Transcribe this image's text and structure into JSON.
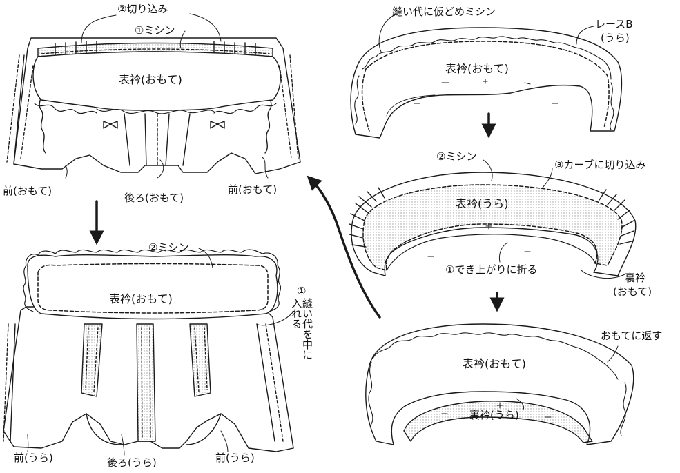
{
  "left_top": {
    "cut_note": "②切り込み",
    "stitch_note": "①ミシン",
    "collar_label": "表衿(おもて)",
    "front_left": "前(おもて)",
    "back": "後ろ(おもて)",
    "front_right": "前(おもて)"
  },
  "left_bottom": {
    "stitch_note": "②ミシン",
    "collar_label": "表衿(おもて)",
    "seam_note_num": "①",
    "seam_note": "縫い代を中に入れる",
    "front_left": "前(うら)",
    "back": "後ろ(うら)",
    "front_right": "前(うら)"
  },
  "right_1": {
    "baste_note": "縫い代に仮どめミシン",
    "lace_note": "レースB",
    "lace_sub": "(うら)",
    "collar_label": "表衿(おもて)"
  },
  "right_2": {
    "stitch_note": "②ミシン",
    "curve_note": "③カーブに切り込み",
    "collar_label": "表衿(うら)",
    "fold_note": "①でき上がりに折る",
    "under_label": "裏衿",
    "under_sub": "(おもて)"
  },
  "right_3": {
    "turn_note": "おもてに返す",
    "collar_label": "表衿(おもて)",
    "under_label": "裏衿(うら)"
  },
  "colors": {
    "line": "#1a1a1a",
    "dots": "#b9b9b9",
    "paper": "#ffffff"
  }
}
